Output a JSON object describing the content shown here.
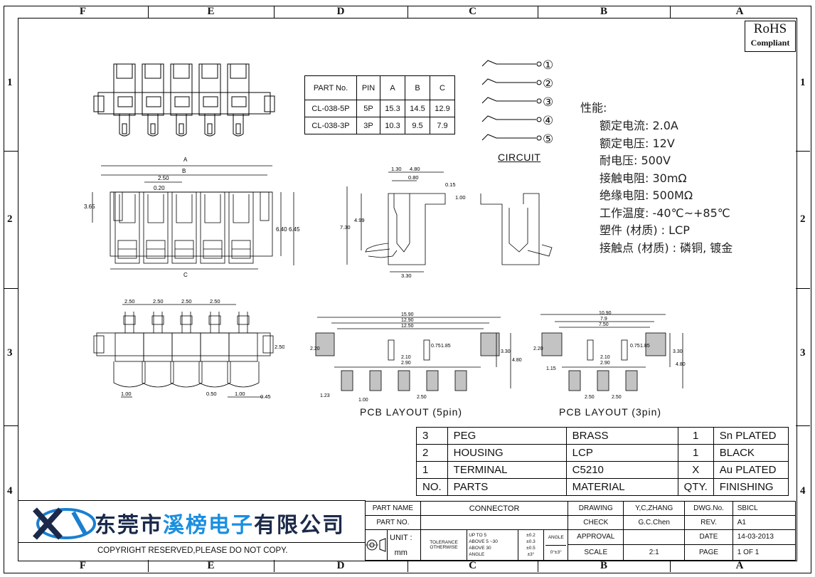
{
  "zones": {
    "cols": [
      "F",
      "E",
      "D",
      "C",
      "B",
      "A"
    ],
    "rows": [
      "1",
      "2",
      "3",
      "4"
    ]
  },
  "rohs": {
    "line1": "RoHS",
    "line2": "Compliant"
  },
  "part_table": {
    "headers": [
      "PART No.",
      "PIN",
      "A",
      "B",
      "C"
    ],
    "rows": [
      [
        "CL-038-5P",
        "5P",
        "15.3",
        "14.5",
        "12.9"
      ],
      [
        "CL-038-3P",
        "3P",
        "10.3",
        "9.5",
        "7.9"
      ]
    ]
  },
  "circuit": {
    "label": "CIRCUIT",
    "pins": [
      "①",
      "②",
      "③",
      "④",
      "⑤"
    ]
  },
  "specs": {
    "title": "性能:",
    "lines": [
      "额定电流: 2.0A",
      "额定电压: 12V",
      "耐电压: 500V",
      "接触电阻: 30mΩ",
      "绝缘电阻: 500MΩ",
      "工作温度: -40℃~+85℃",
      "塑件 (材质) : LCP",
      "接触点 (材质) : 磷铜, 镀金"
    ]
  },
  "dims": {
    "top": [
      "A",
      "B",
      "2.50",
      "0.20",
      "3.65",
      "6.40",
      "6.45",
      "C"
    ],
    "side": [
      "1.30",
      "4.80",
      "0.80",
      "0.15",
      "1.00",
      "7.30",
      "4.99",
      "3.30"
    ],
    "bottom": [
      "2.50",
      "2.50",
      "2.50",
      "2.50",
      "2.50",
      "1.00",
      "0.50",
      "1.00",
      "0.45"
    ],
    "pcb5": [
      "15.90",
      "12.90",
      "12.50",
      "2.20",
      "0.75",
      "1.85",
      "3.30",
      "4.80",
      "2.10",
      "2.90",
      "1.23",
      "1.00",
      "2.50"
    ],
    "pcb3": [
      "10.90",
      "7.9",
      "7.50",
      "2.20",
      "0.75",
      "1.85",
      "3.30",
      "4.80",
      "2.10",
      "2.90",
      "1.15",
      "2.50",
      "2.50"
    ]
  },
  "pcb_labels": {
    "five": "PCB LAYOUT (5pin)",
    "three": "PCB LAYOUT (3pin)"
  },
  "bom": {
    "rows": [
      [
        "3",
        "PEG",
        "BRASS",
        "1",
        "Sn PLATED"
      ],
      [
        "2",
        "HOUSING",
        "LCP",
        "1",
        "BLACK"
      ],
      [
        "1",
        "TERMINAL",
        "C5210",
        "X",
        "Au PLATED"
      ]
    ],
    "header": [
      "NO.",
      "PARTS",
      "MATERIAL",
      "QTY.",
      "FINISHING"
    ]
  },
  "company": {
    "name_part1": "东莞市",
    "name_part2": "溪榜电子",
    "name_part3": "有限公司",
    "copyright": "COPYRIGHT RESERVED,PLEASE DO NOT COPY."
  },
  "title_block": {
    "part_name_label": "PART NAME",
    "part_name": "CONNECTOR",
    "part_no_label": "PART NO.",
    "part_no": "",
    "unit_label": "UNIT :",
    "unit": "mm",
    "tolerance_label": "TOLERANCE\nOTHERWISE",
    "tol_ranges": [
      "UP TO 5",
      "ABOVE 5 ~30",
      "ABOVE 30",
      "ANGLE"
    ],
    "tol_values": [
      "±0.2",
      "±0.3",
      "±0.5",
      "±3°"
    ],
    "angle_label": "ANGLE",
    "angle_value": "0°±3°",
    "drawing_label": "DRAWING",
    "drawing": "Y,C,ZHANG",
    "check_label": "CHECK",
    "check": "G.C.Chen",
    "approval_label": "APPROVAL",
    "approval": "",
    "scale_label": "SCALE",
    "scale": "2:1",
    "dwg_no_label": "DWG.No.",
    "dwg_no": "SBICL",
    "rev_label": "REV.",
    "rev": "A1",
    "date_label": "DATE",
    "date": "14-03-2013",
    "page_label": "PAGE",
    "page": "1 OF 1"
  },
  "colors": {
    "logo_blue": "#1a7fd0",
    "logo_dark": "#1b2a4a",
    "company_blue": "#1a8fe0",
    "hatch": "#555555"
  }
}
